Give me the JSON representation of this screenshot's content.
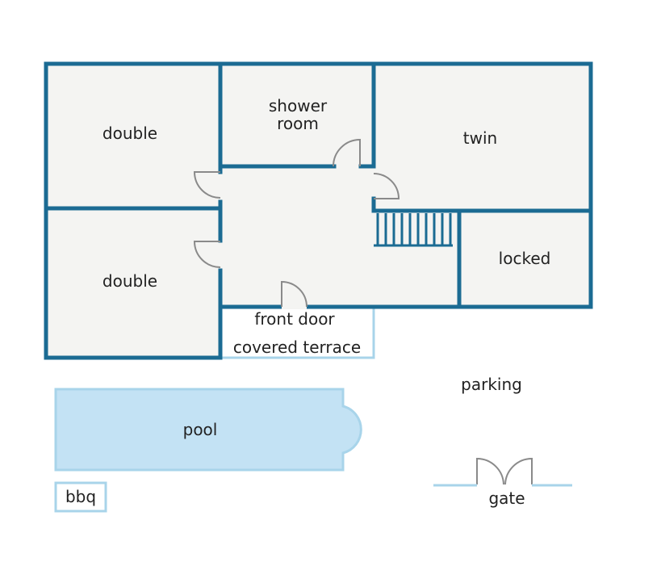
{
  "labels": {
    "double_top": "double",
    "double_bottom": "double",
    "shower_room_line1": "shower",
    "shower_room_line2": "room",
    "twin": "twin",
    "locked": "locked",
    "front_door": "front door",
    "covered_terrace": "covered terrace",
    "parking": "parking",
    "pool": "pool",
    "bbq": "bbq",
    "gate": "gate"
  },
  "colors": {
    "wall": "#1b6b93",
    "floor": "#f4f4f2",
    "light_outline": "#a8d4ea",
    "pool_fill": "#c3e2f4",
    "door": "#8a8a8a",
    "text": "#222222"
  }
}
